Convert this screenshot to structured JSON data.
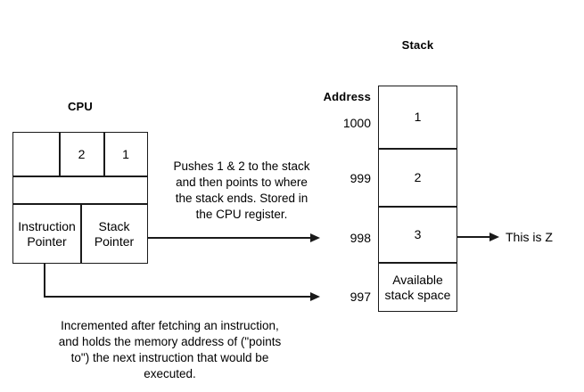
{
  "diagram": {
    "cpu": {
      "heading": "CPU",
      "stack_row": [
        "",
        "2",
        "1"
      ],
      "middle_row": "",
      "pointer_row": [
        "Instruction Pointer",
        "Stack Pointer"
      ],
      "instruction_pointer_label": "Instruction\nPointer",
      "stack_pointer_label": "Stack\nPointer"
    },
    "annotations": {
      "stack_pointer_note": "Pushes 1 & 2 to the stack\nand then points to where\nthe stack ends. Stored in\nthe CPU register.",
      "instruction_pointer_note": "Incremented after fetching an instruction,\nand holds the memory address of (\"points\nto\") the next instruction that would be\nexecuted.",
      "z_label": "This is Z"
    },
    "address_column": {
      "heading": "Address",
      "values": [
        "1000",
        "999",
        "998",
        "997"
      ]
    },
    "stack": {
      "heading": "Stack",
      "cells": [
        "1",
        "2",
        "3",
        "Available\nstack space"
      ]
    },
    "colors": {
      "line": "#1a1a1a",
      "text": "#000000",
      "background": "#ffffff"
    }
  }
}
